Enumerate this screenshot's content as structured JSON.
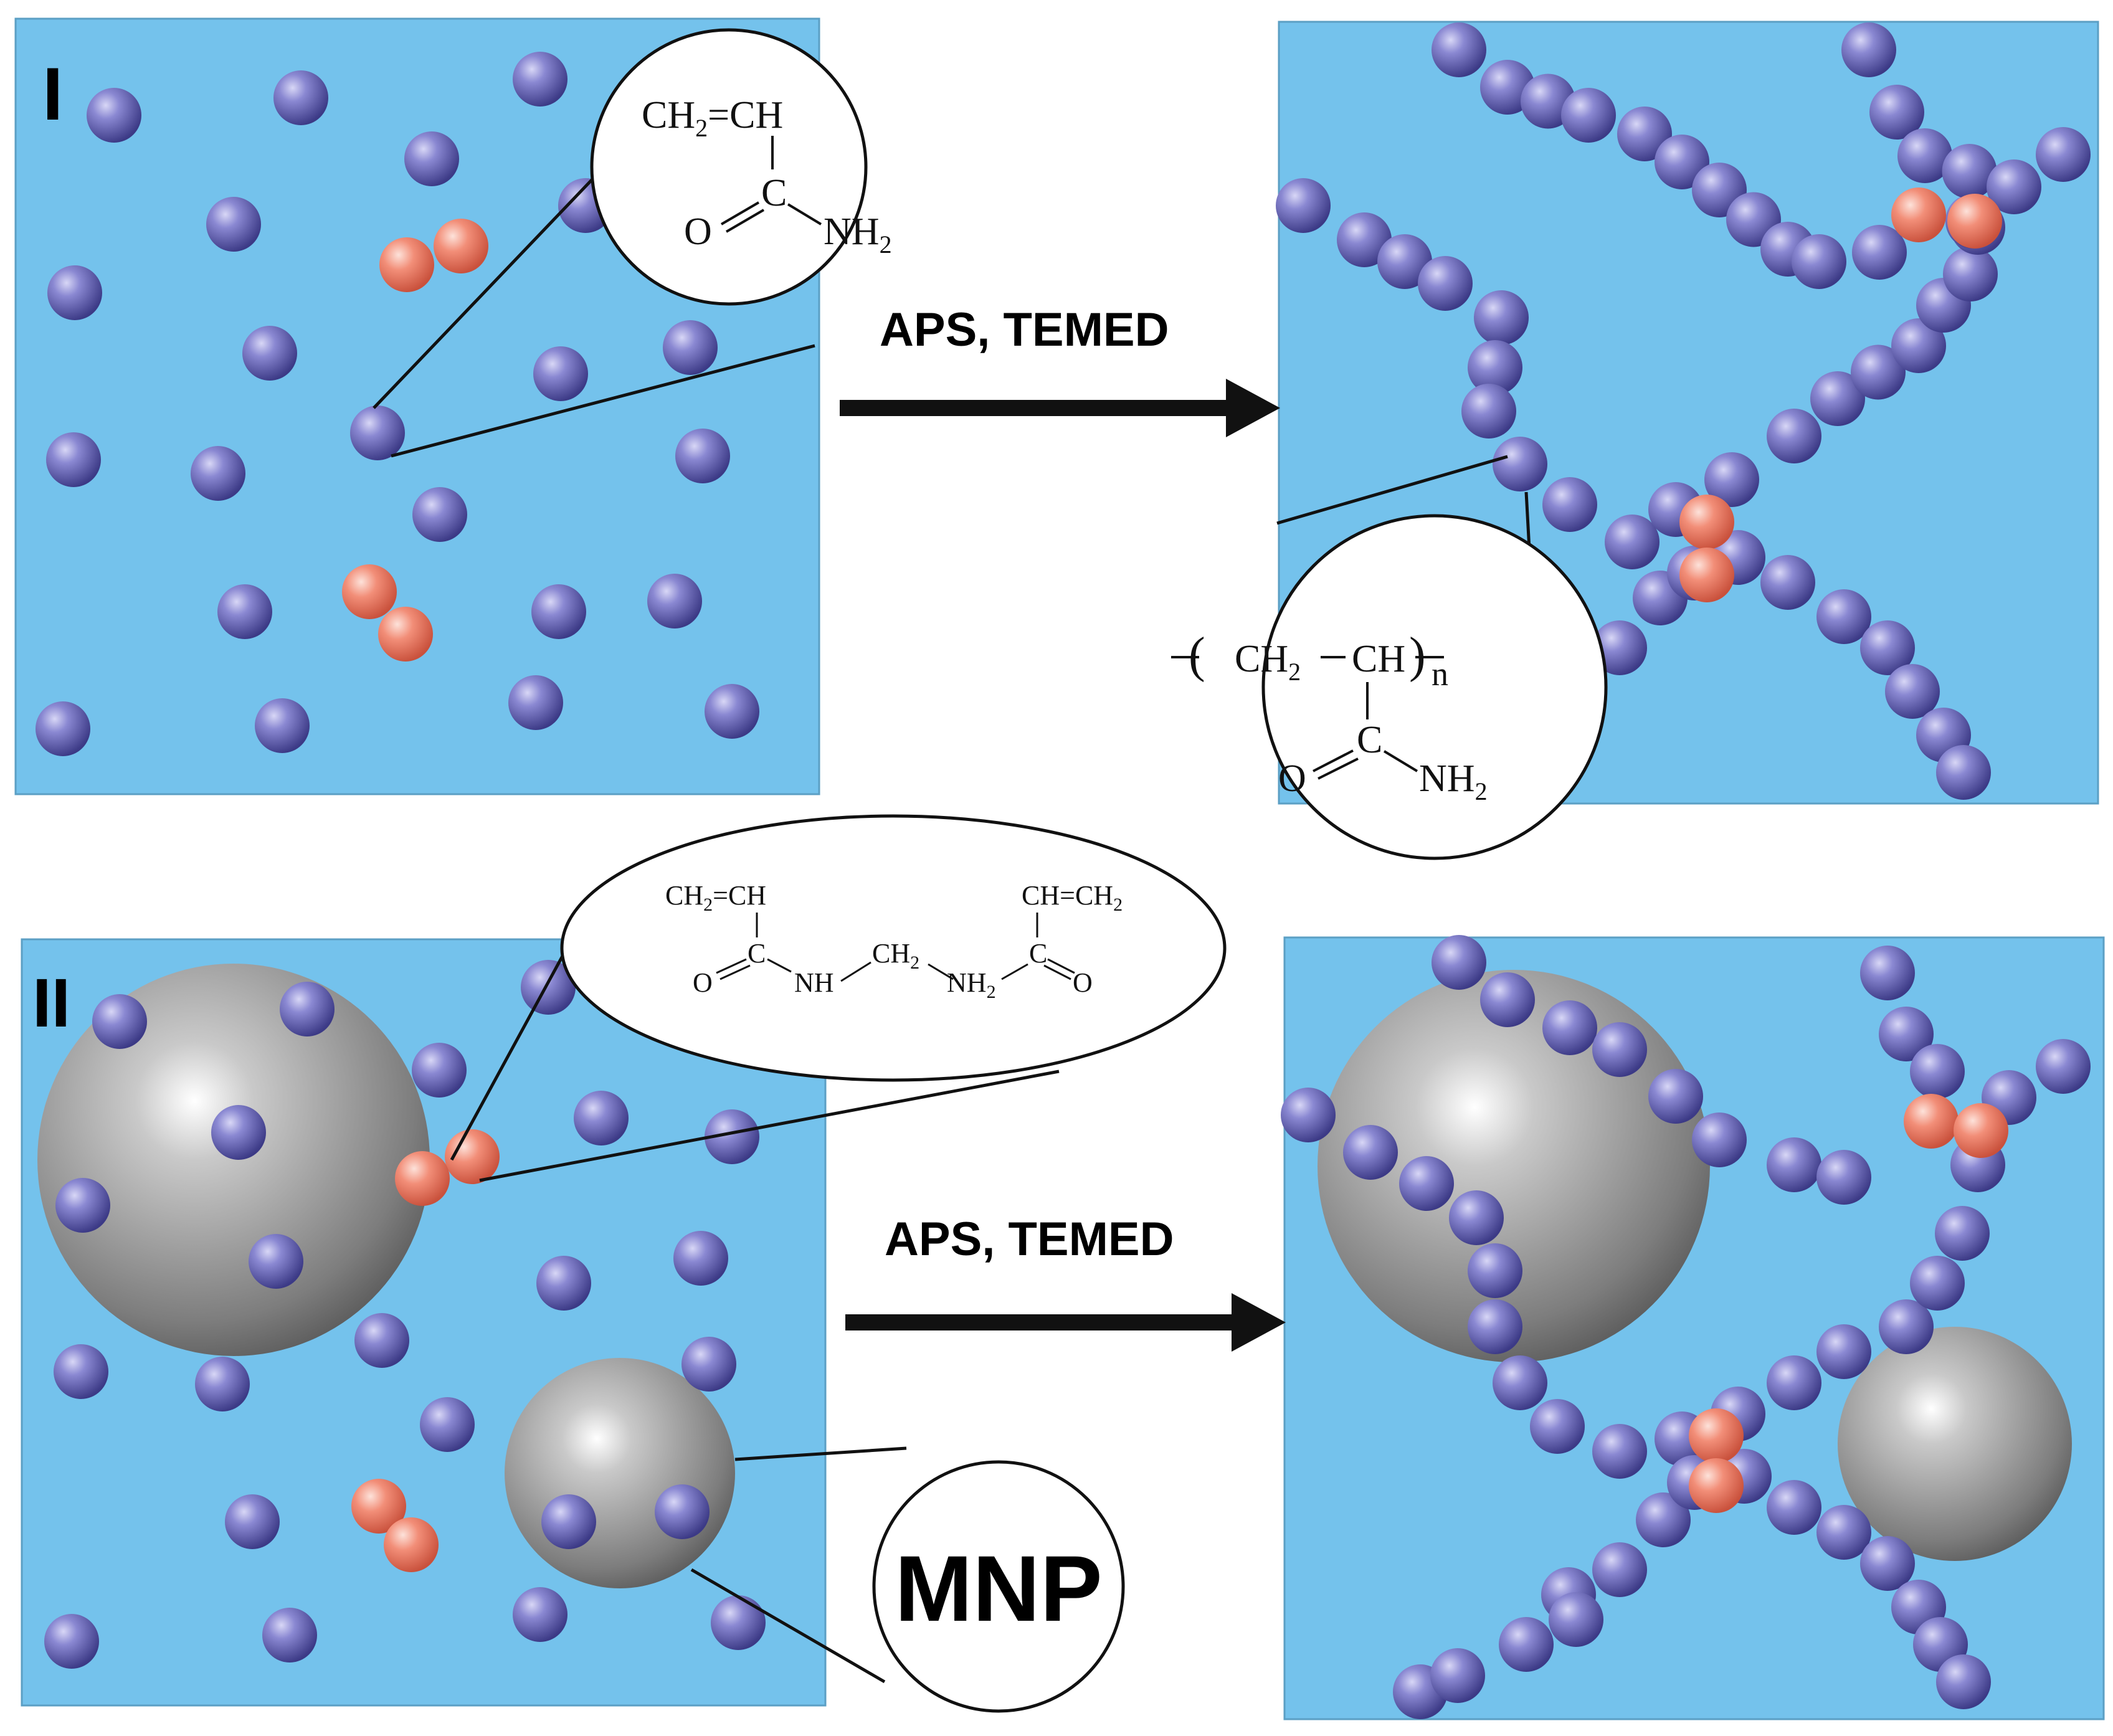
{
  "panels": {
    "one_label": "I",
    "two_label": "II"
  },
  "reaction": {
    "top_reagents": "APS, TEMED",
    "bottom_reagents": "APS, TEMED"
  },
  "monomer_formula": {
    "vinyl": "CH",
    "vinyl_sub": "2",
    "vinyl_rest": "=CH",
    "carbon": "C",
    "oxygen": "O",
    "amine": "NH",
    "amine_sub": "2"
  },
  "polymer_formula": {
    "ch2": "CH",
    "ch2_sub": "2",
    "ch": "CH",
    "repeat_n": "n",
    "carbon": "C",
    "oxygen": "O",
    "amine": "NH",
    "amine_sub": "2"
  },
  "crosslinker_formula": {
    "left_vinyl": "CH",
    "left_vinyl_sub": "2",
    "left_vinyl_rest": "=CH",
    "right_vinyl": "CH=CH",
    "right_vinyl_sub": "2",
    "left_carbon": "C",
    "left_oxygen": "O",
    "nh_left": "NH",
    "ch2_mid": "CH",
    "ch2_mid_sub": "2",
    "nh_right": "NH",
    "nh_right_sub": "2",
    "right_carbon": "C",
    "right_oxygen": "O"
  },
  "particle_label": "MNP",
  "colors": {
    "medium": "#74c2ec",
    "monomer": "#6e6cc0",
    "crosslinker": "#ef7a66",
    "particle": "#8f8f8f",
    "arrow": "#111111"
  }
}
